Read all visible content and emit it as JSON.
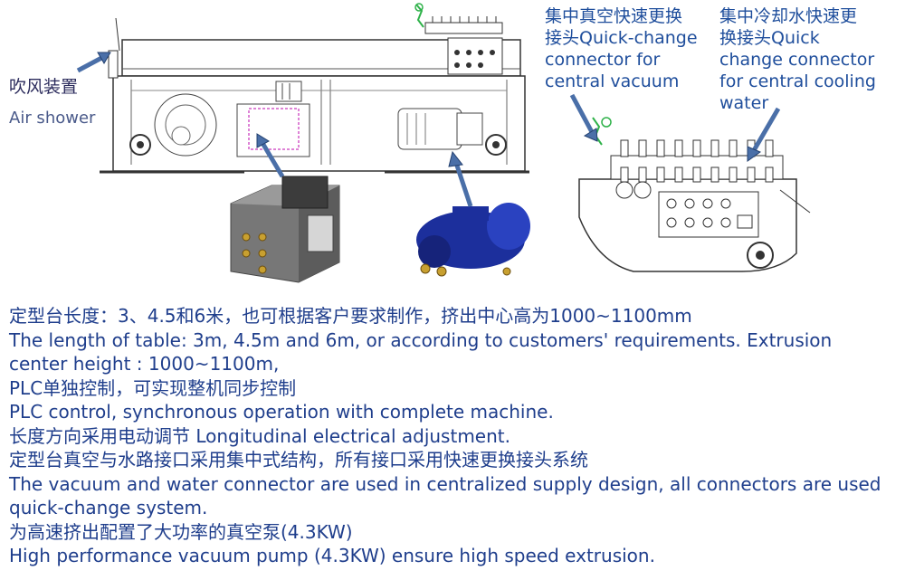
{
  "labels": {
    "air_shower_cn": "吹风装置",
    "air_shower_en": "Air shower",
    "vacuum_cn": "集中真空快速更换",
    "vacuum_cn2": "接头",
    "vacuum_en1": "Quick-change",
    "vacuum_en2": "connector for",
    "vacuum_en3": "central vacuum",
    "water_cn": "集中冷却水快速更",
    "water_cn2": "换接头",
    "water_en1": "Quick",
    "water_en2": "change connector",
    "water_en3": "for central cooling",
    "water_en4": "water"
  },
  "description": {
    "line1": "定型台长度：3、4.5和6米，也可根据客户要求制作，挤出中心高为1000~1100mm",
    "line2": "The length of table: 3m, 4.5m and 6m, or according to customers' requirements. Extrusion",
    "line3": "center height : 1000~1100m,",
    "line4": "PLC单独控制，可实现整机同步控制",
    "line5": "PLC control, synchronous operation with complete machine.",
    "line6": "长度方向采用电动调节 Longitudinal electrical adjustment.",
    "line7": "定型台真空与水路接口采用集中式结构，所有接口采用快速更换接头系统",
    "line8": "The vacuum and water connector are used in centralized supply design, all connectors are used",
    "line9": "quick-change system.",
    "line10": "为高速挤出配置了大功率的真空泵(4.3KW)",
    "line11": "High performance vacuum pump (4.3KW) ensure high speed extrusion."
  },
  "colors": {
    "arrow": "#4a6fa8",
    "text": "#1f3e8c",
    "drawing": "#3a3a3a",
    "pump": "#1c2f9c",
    "box": "#6b6b6b",
    "pink": "#d45ac8",
    "green": "#2fb24a"
  }
}
